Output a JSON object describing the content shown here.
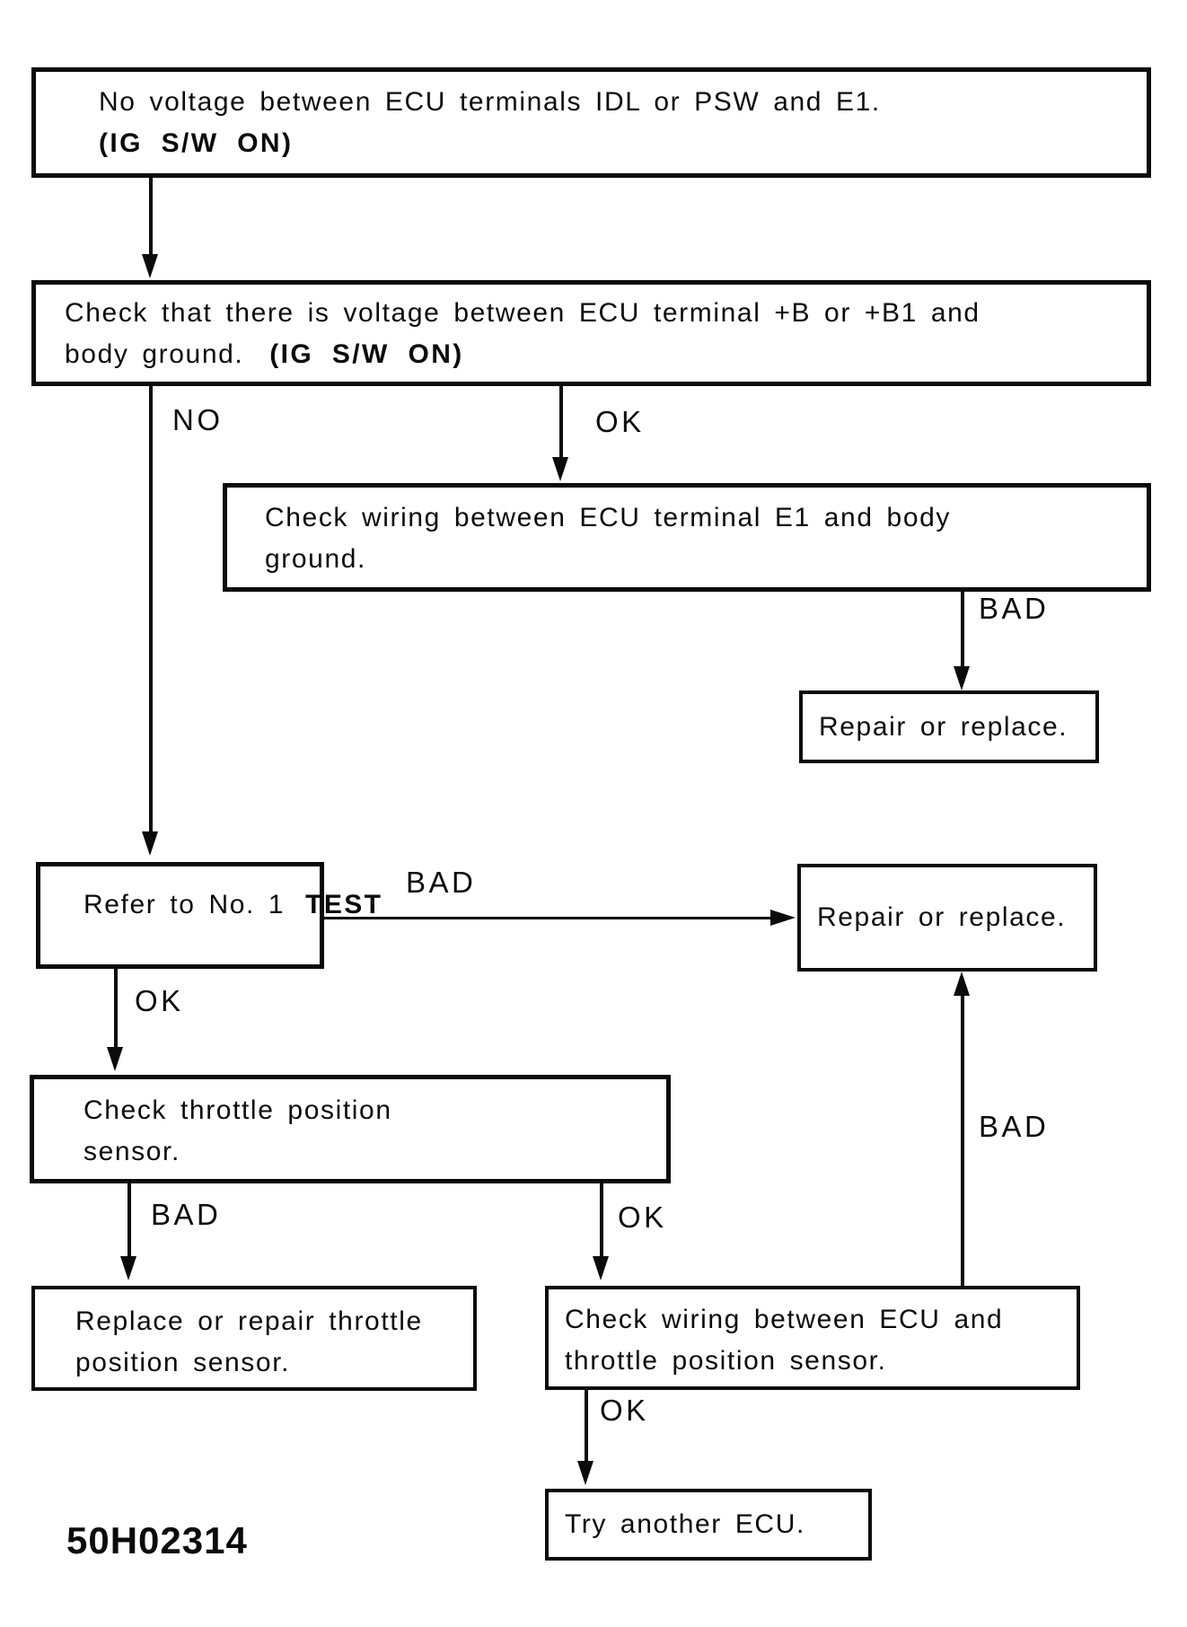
{
  "colors": {
    "ink": "#0b0b0b",
    "paper": "#ffffff"
  },
  "figure_code": "50H02314",
  "flowchart": {
    "nodes": {
      "start": {
        "line1": "No voltage between ECU terminals IDL or PSW and E1.",
        "line2_bold": "(IG S/W ON)"
      },
      "check_b_voltage": {
        "line1": "Check that there is voltage between ECU terminal +B or +B1 and",
        "line2": "body ground.",
        "line2_bold": "(IG S/W ON)"
      },
      "check_e1_wiring": {
        "line1": "Check wiring between ECU terminal E1 and body",
        "line2": "ground."
      },
      "repair_replace_top": {
        "text": "Repair or replace."
      },
      "refer_no1_test": {
        "text_prefix": "Refer to No. 1",
        "text_bold": "TEST"
      },
      "repair_replace_right": {
        "text": "Repair or replace."
      },
      "check_throttle_sensor": {
        "line1": "Check throttle position",
        "line2": "sensor."
      },
      "replace_throttle_sensor": {
        "line1": "Replace or repair throttle",
        "line2": "position sensor."
      },
      "check_ecu_sensor_wiring": {
        "line1": "Check wiring between ECU and",
        "line2": "throttle position sensor."
      },
      "try_another_ecu": {
        "text": "Try another ECU."
      }
    },
    "edge_labels": {
      "no_from_voltage_check": "NO",
      "ok_from_voltage_check": "OK",
      "bad_from_e1_wiring": "BAD",
      "bad_from_refer_test": "BAD",
      "ok_from_refer_test": "OK",
      "bad_from_throttle_check": "BAD",
      "ok_from_throttle_check": "OK",
      "bad_from_wiring_check": "BAD",
      "ok_from_wiring_check": "OK"
    }
  }
}
